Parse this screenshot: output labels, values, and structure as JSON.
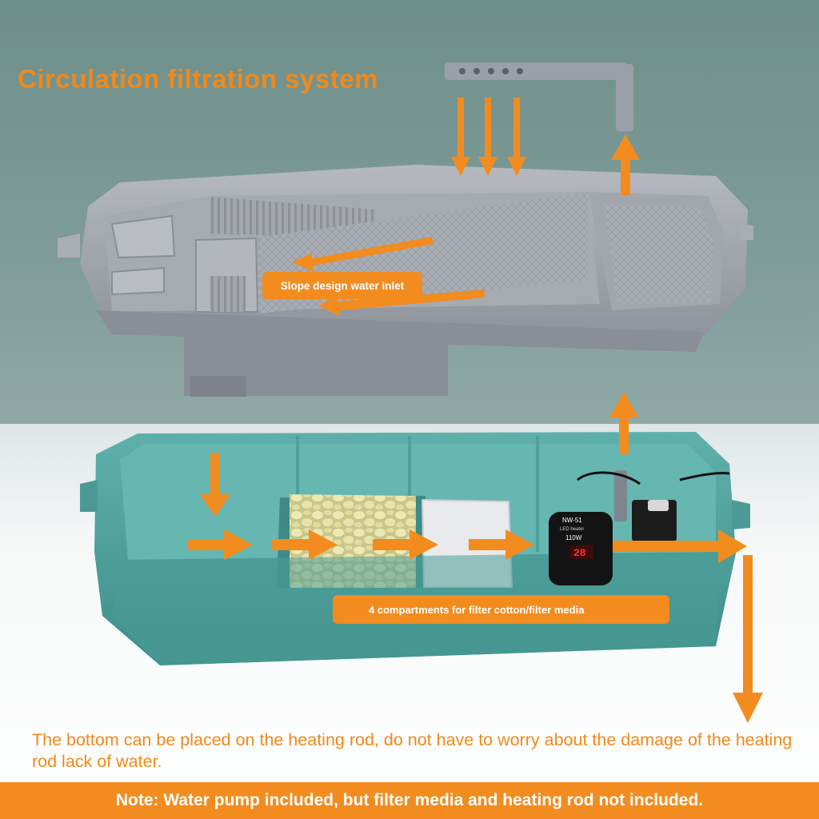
{
  "title": "Circulation filtration system",
  "labels": {
    "slope": "Slope design water inlet",
    "compartments": "4 compartments for filter cotton/filter media"
  },
  "caption": "The bottom can be placed on the heating rod, do not have to worry about the damage of the heating rod lack of water.",
  "note": "Note: Water pump included, but filter media and heating rod not included.",
  "heater": {
    "model": "NW-51",
    "sub": "LED heater",
    "wattage": "110W",
    "display": "28"
  },
  "colors": {
    "accent": "#f28c1f",
    "upper_tray": "#9fa3ab",
    "lower_tank": "#52a39f"
  },
  "icons": [
    "down-arrow-icon",
    "right-arrow-icon",
    "up-arrow-icon",
    "left-arrow-icon"
  ]
}
